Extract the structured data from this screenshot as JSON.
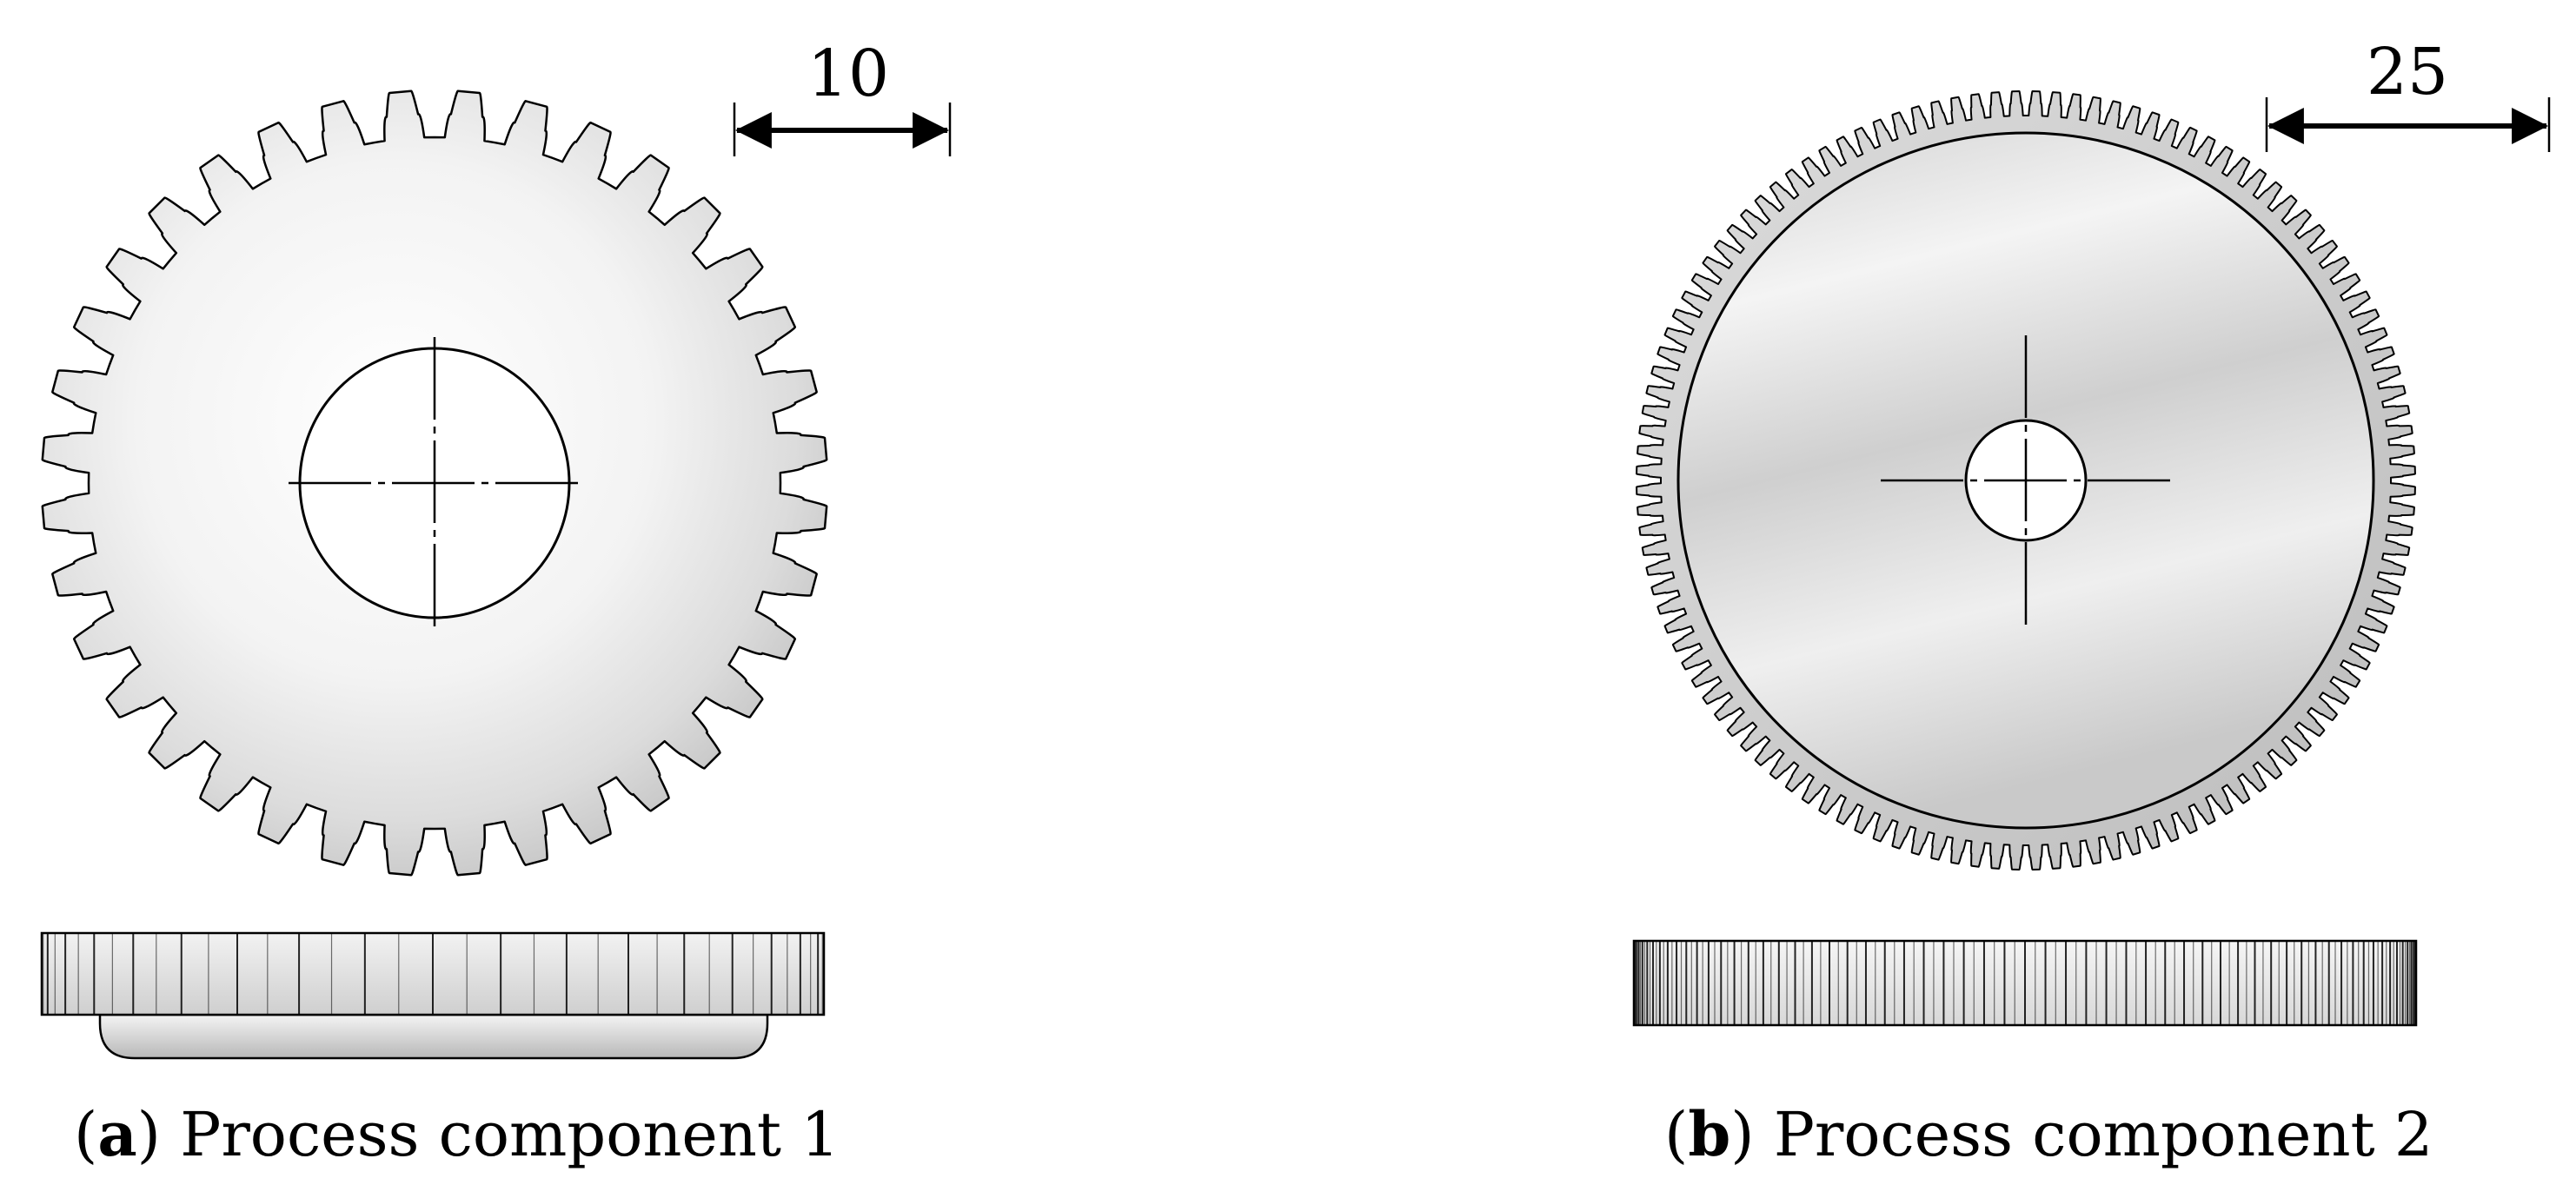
{
  "components": [
    {
      "id": "a",
      "teeth": 36,
      "dimension_value": "10",
      "caption": {
        "open": "(",
        "letter": "a",
        "close": ")",
        "text": " Process component 1"
      }
    },
    {
      "id": "b",
      "teeth": 120,
      "dimension_value": "25",
      "caption": {
        "open": "(",
        "letter": "b",
        "close": ")",
        "text": " Process component 2"
      }
    }
  ]
}
